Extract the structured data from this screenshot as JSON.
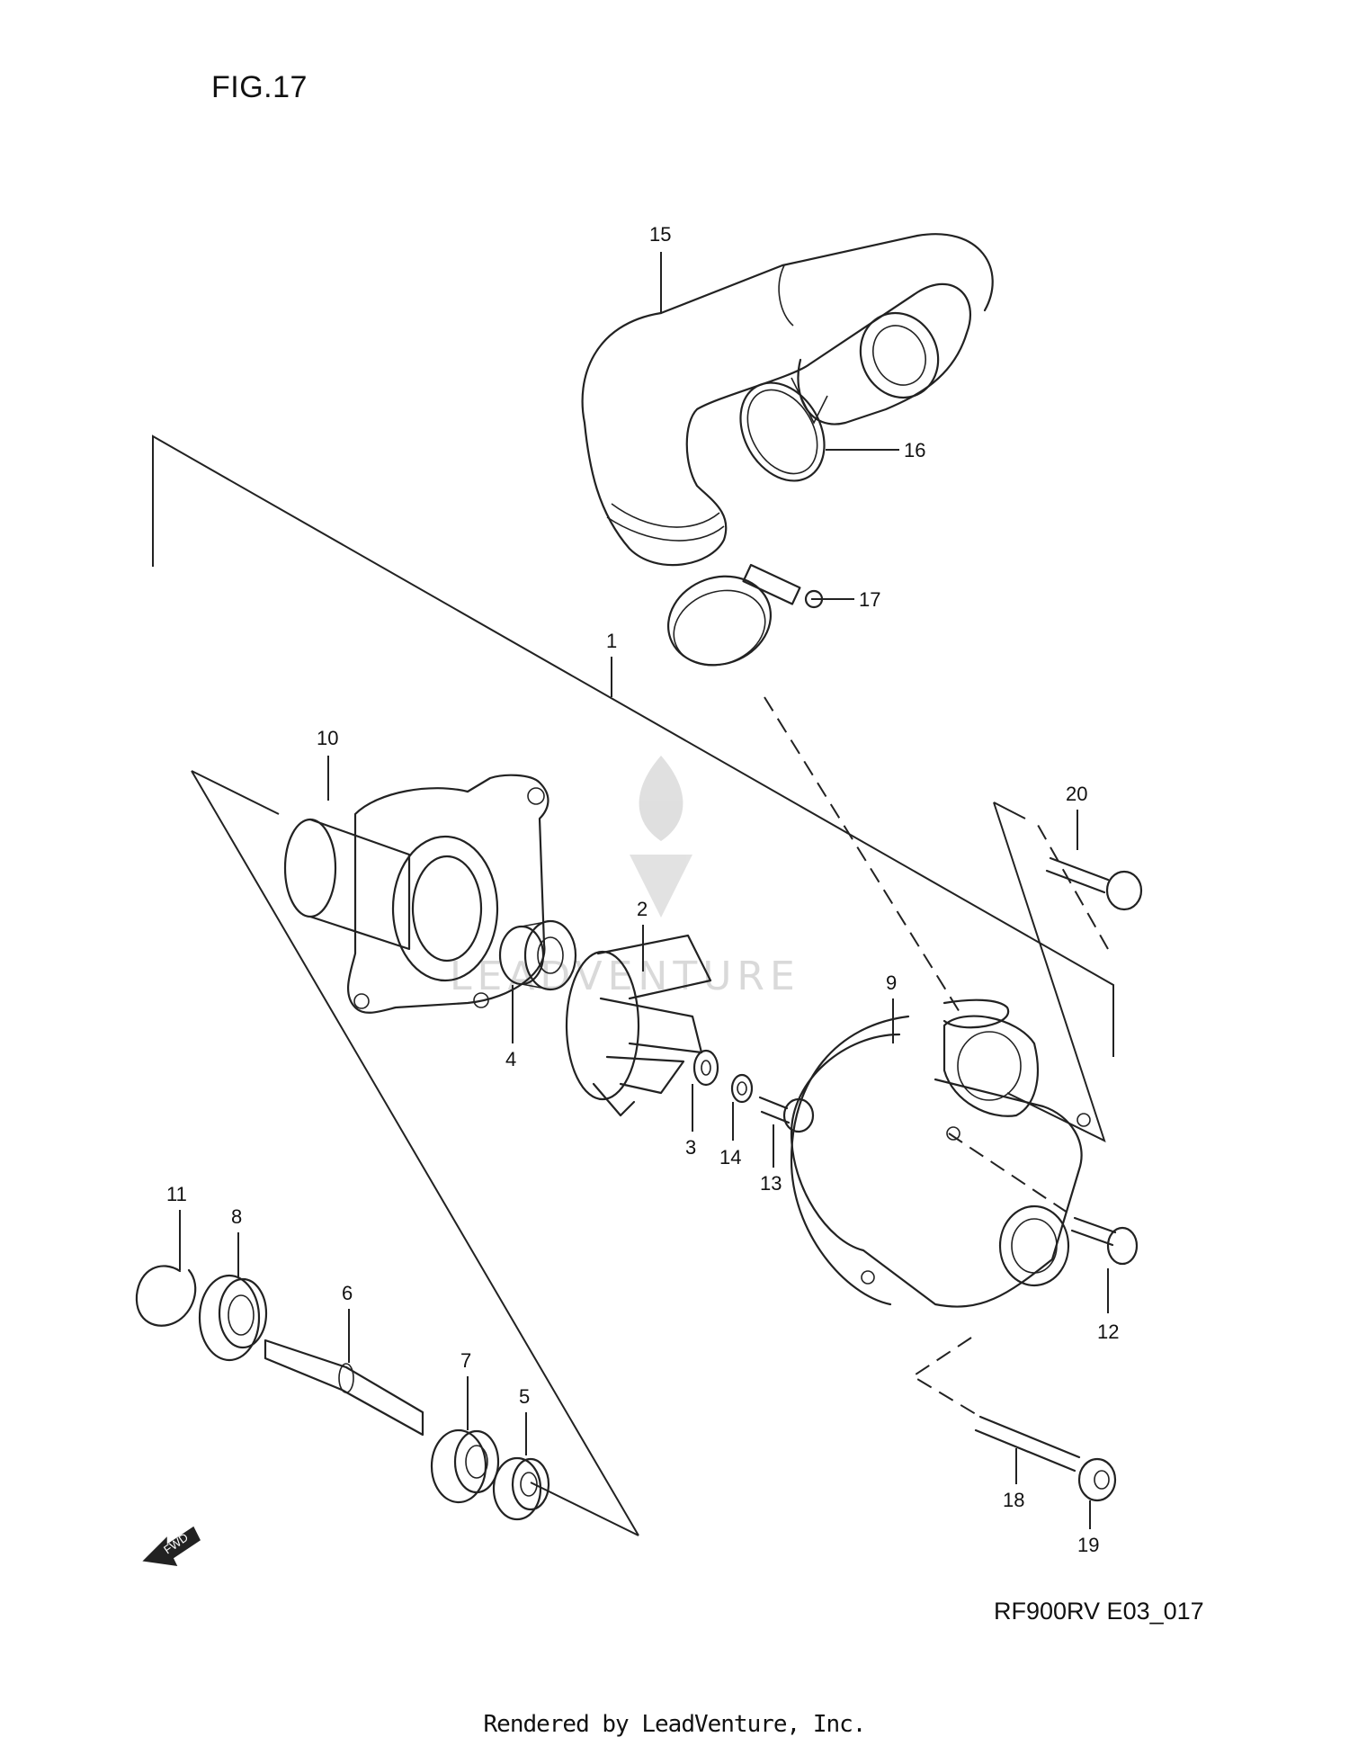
{
  "figure_title": "FIG.17",
  "reference_code": "RF900RV E03_017",
  "render_credit": "Rendered by LeadVenture, Inc.",
  "watermark_text": "LEADVENTURE",
  "fwd_label": "FWD",
  "callouts": {
    "c1": "1",
    "c2": "2",
    "c3": "3",
    "c4": "4",
    "c5": "5",
    "c6": "6",
    "c7": "7",
    "c8": "8",
    "c9": "9",
    "c10": "10",
    "c11": "11",
    "c12": "12",
    "c13": "13",
    "c14": "14",
    "c15": "15",
    "c16": "16",
    "c17": "17",
    "c18": "18",
    "c19": "19",
    "c20": "20"
  },
  "colors": {
    "line": "#222222",
    "watermark": "#d0d0d0",
    "background": "#ffffff"
  }
}
